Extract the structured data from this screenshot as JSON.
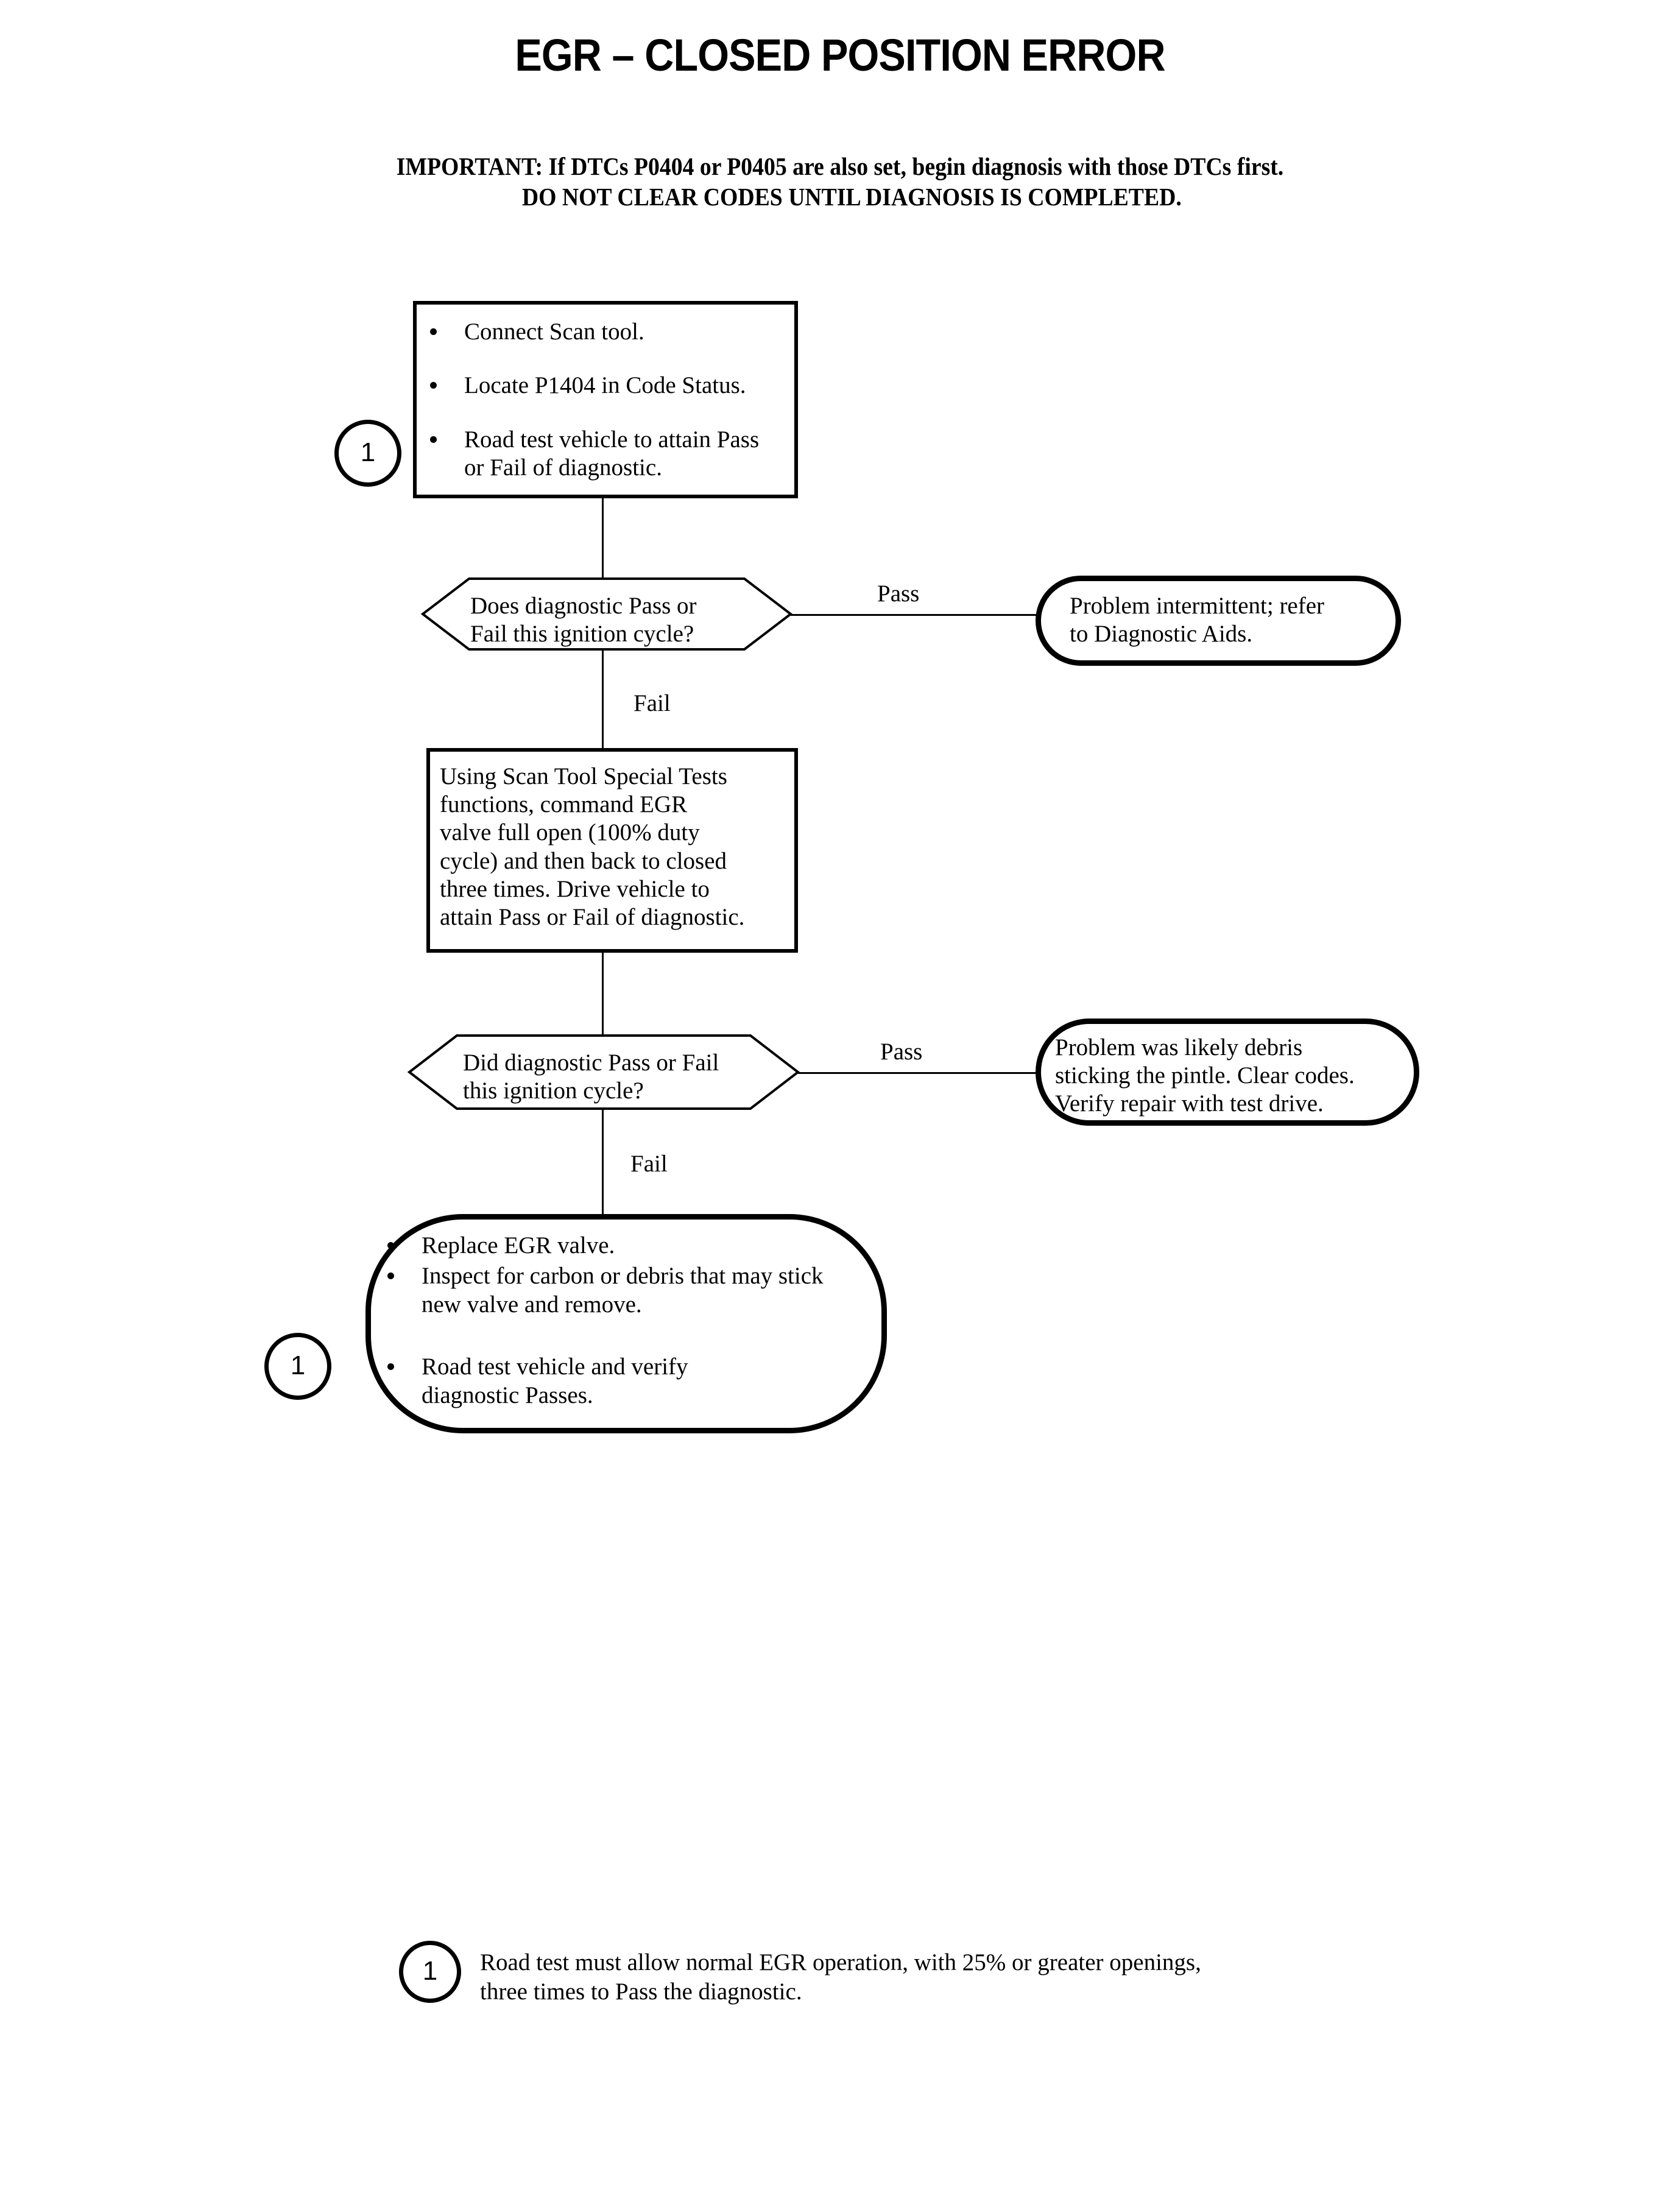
{
  "document": {
    "title": "EGR – CLOSED POSITION ERROR",
    "important": {
      "label": "IMPORTANT:",
      "line1": "If DTCs P0404 or P0405 are also set, begin diagnosis with those DTCs first.",
      "line2": "DO NOT CLEAR CODES UNTIL DIAGNOSIS IS COMPLETED."
    }
  },
  "flowchart": {
    "step1": {
      "ref_marker": "1",
      "bullets": [
        "Connect Scan tool.",
        "Locate P1404 in Code Status.",
        "Road test vehicle to attain Pass or Fail of diagnostic."
      ]
    },
    "decision1": {
      "line1": "Does diagnostic Pass or",
      "line2": "Fail this ignition cycle?",
      "branch_pass": "Pass",
      "branch_fail": "Fail"
    },
    "result1": {
      "line1": "Problem intermittent; refer",
      "line2": "to Diagnostic Aids."
    },
    "step2": {
      "lines": [
        "Using Scan Tool Special Tests",
        "functions, command EGR",
        "valve full open (100% duty",
        "cycle) and then back to closed",
        "three times. Drive vehicle to",
        "attain Pass or Fail of diagnostic."
      ]
    },
    "decision2": {
      "line1": "Did diagnostic Pass or Fail",
      "line2": "this ignition cycle?",
      "branch_pass": "Pass",
      "branch_fail": "Fail"
    },
    "result2": {
      "line1": "Problem was likely debris",
      "line2": "sticking the pintle. Clear codes.",
      "line3": "Verify repair with test drive."
    },
    "step3": {
      "ref_marker": "1",
      "bullets": [
        "Replace EGR valve.",
        "Inspect for carbon or debris that may stick new valve and remove.",
        "Road test vehicle and verify diagnostic Passes."
      ]
    }
  },
  "footnote": {
    "marker": "1",
    "line1": "Road test must allow normal EGR operation, with 25% or greater openings,",
    "line2": "three times to Pass the diagnostic."
  }
}
